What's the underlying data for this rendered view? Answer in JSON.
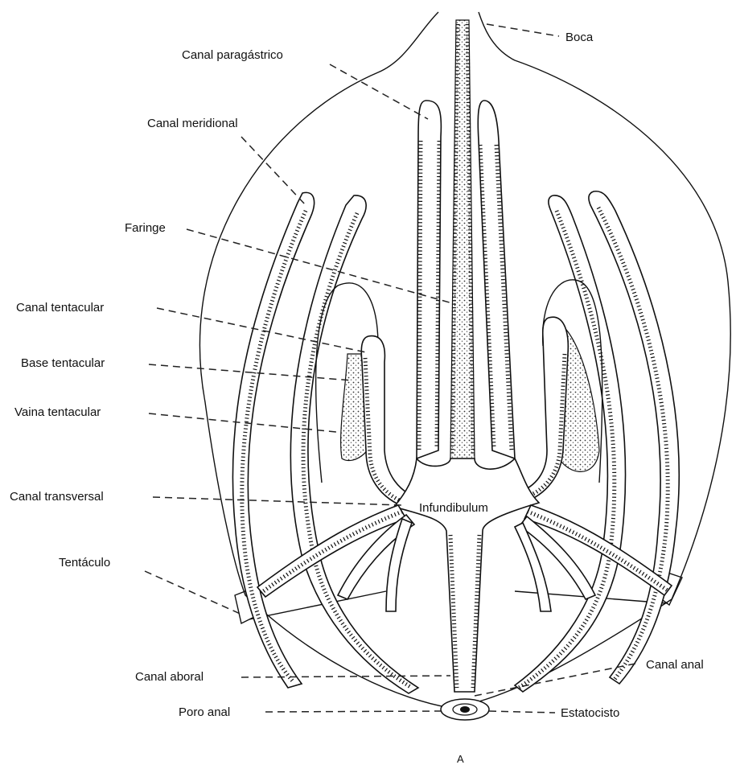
{
  "labels": {
    "boca": "Boca",
    "canal_paragastrico": "Canal paragástrico",
    "canal_meridional": "Canal meridional",
    "faringe": "Faringe",
    "canal_tentacular": "Canal tentacular",
    "base_tentacular": "Base tentacular",
    "vaina_tentacular": "Vaina tentacular",
    "canal_transversal": "Canal transversal",
    "infundibulum": "Infundibulum",
    "tentaculo": "Tentáculo",
    "canal_aboral": "Canal aboral",
    "canal_anal": "Canal anal",
    "poro_anal": "Poro anal",
    "estatocisto": "Estatocisto",
    "figure_letter": "A"
  }
}
